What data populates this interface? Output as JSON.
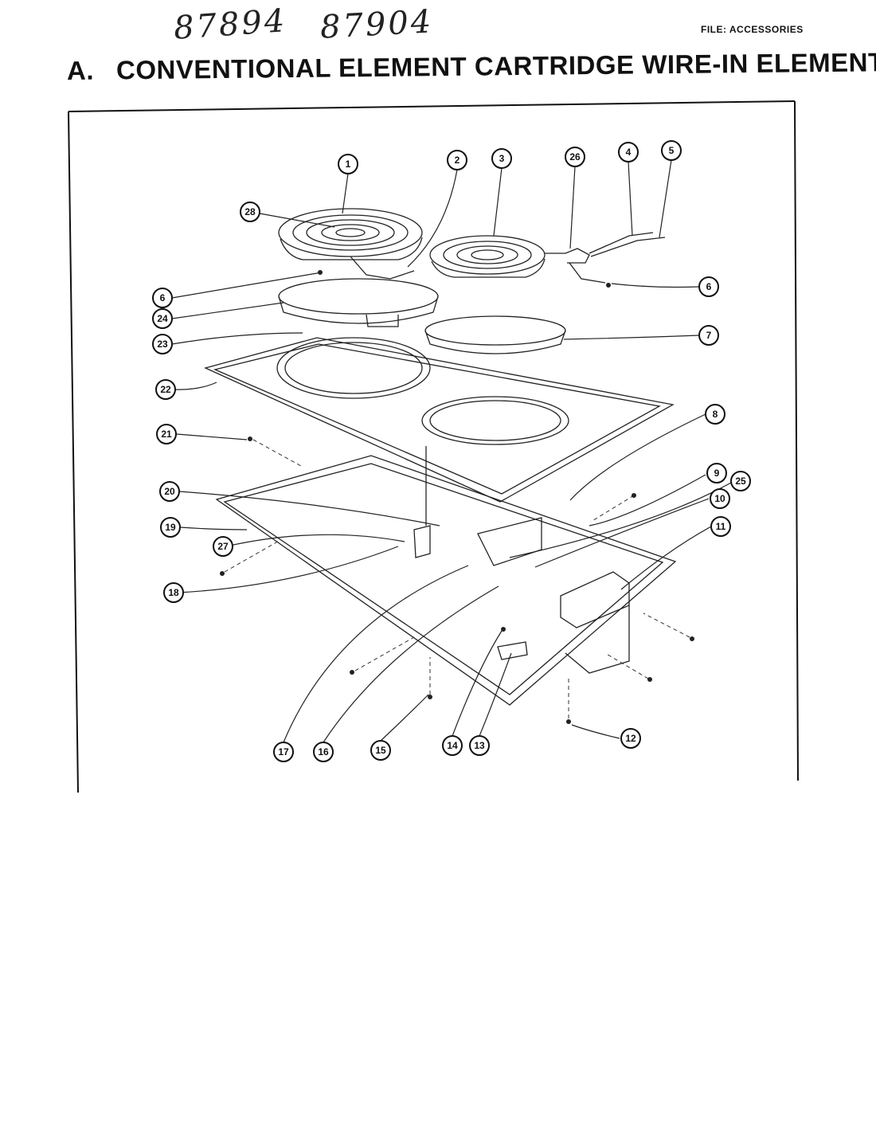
{
  "handwritten_notes": [
    "87894",
    "87904"
  ],
  "file_label": "FILE: ACCESSORIES",
  "title": {
    "letter": "A.",
    "text": "CONVENTIONAL ELEMENT CARTRIDGE WIRE-IN ELEMENTS"
  },
  "callouts": [
    "1",
    "2",
    "3",
    "4",
    "5",
    "6",
    "7",
    "8",
    "9",
    "10",
    "11",
    "12",
    "13",
    "14",
    "15",
    "16",
    "17",
    "18",
    "19",
    "20",
    "21",
    "22",
    "23",
    "24",
    "25",
    "26",
    "27",
    "28"
  ]
}
